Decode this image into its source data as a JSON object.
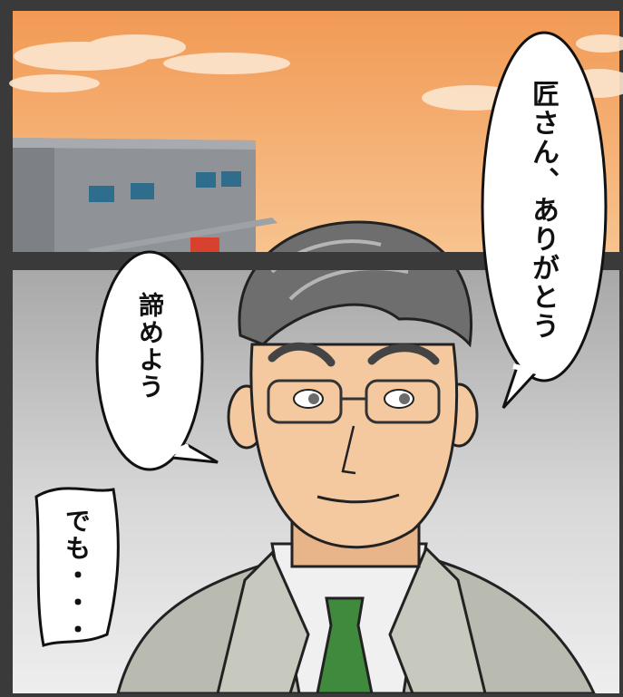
{
  "panels": [
    {
      "name": "top-panel",
      "scene": "sunset-sky-warehouse"
    },
    {
      "name": "bottom-panel",
      "scene": "man-with-glasses-portrait"
    }
  ],
  "balloons": {
    "thanks": "匠さん、ありがとう",
    "give_up": "諦めよう",
    "but": "でも・・・"
  },
  "colors": {
    "sky_top": "#f29a55",
    "sky_bottom": "#f7c38f",
    "panel_border": "#3a3a3a",
    "background_gray": "#cfcfcf",
    "skin": "#f4c9a0",
    "hair": "#6e6e6e",
    "jacket": "#b9bbb0",
    "tie": "#3f8a3c"
  }
}
